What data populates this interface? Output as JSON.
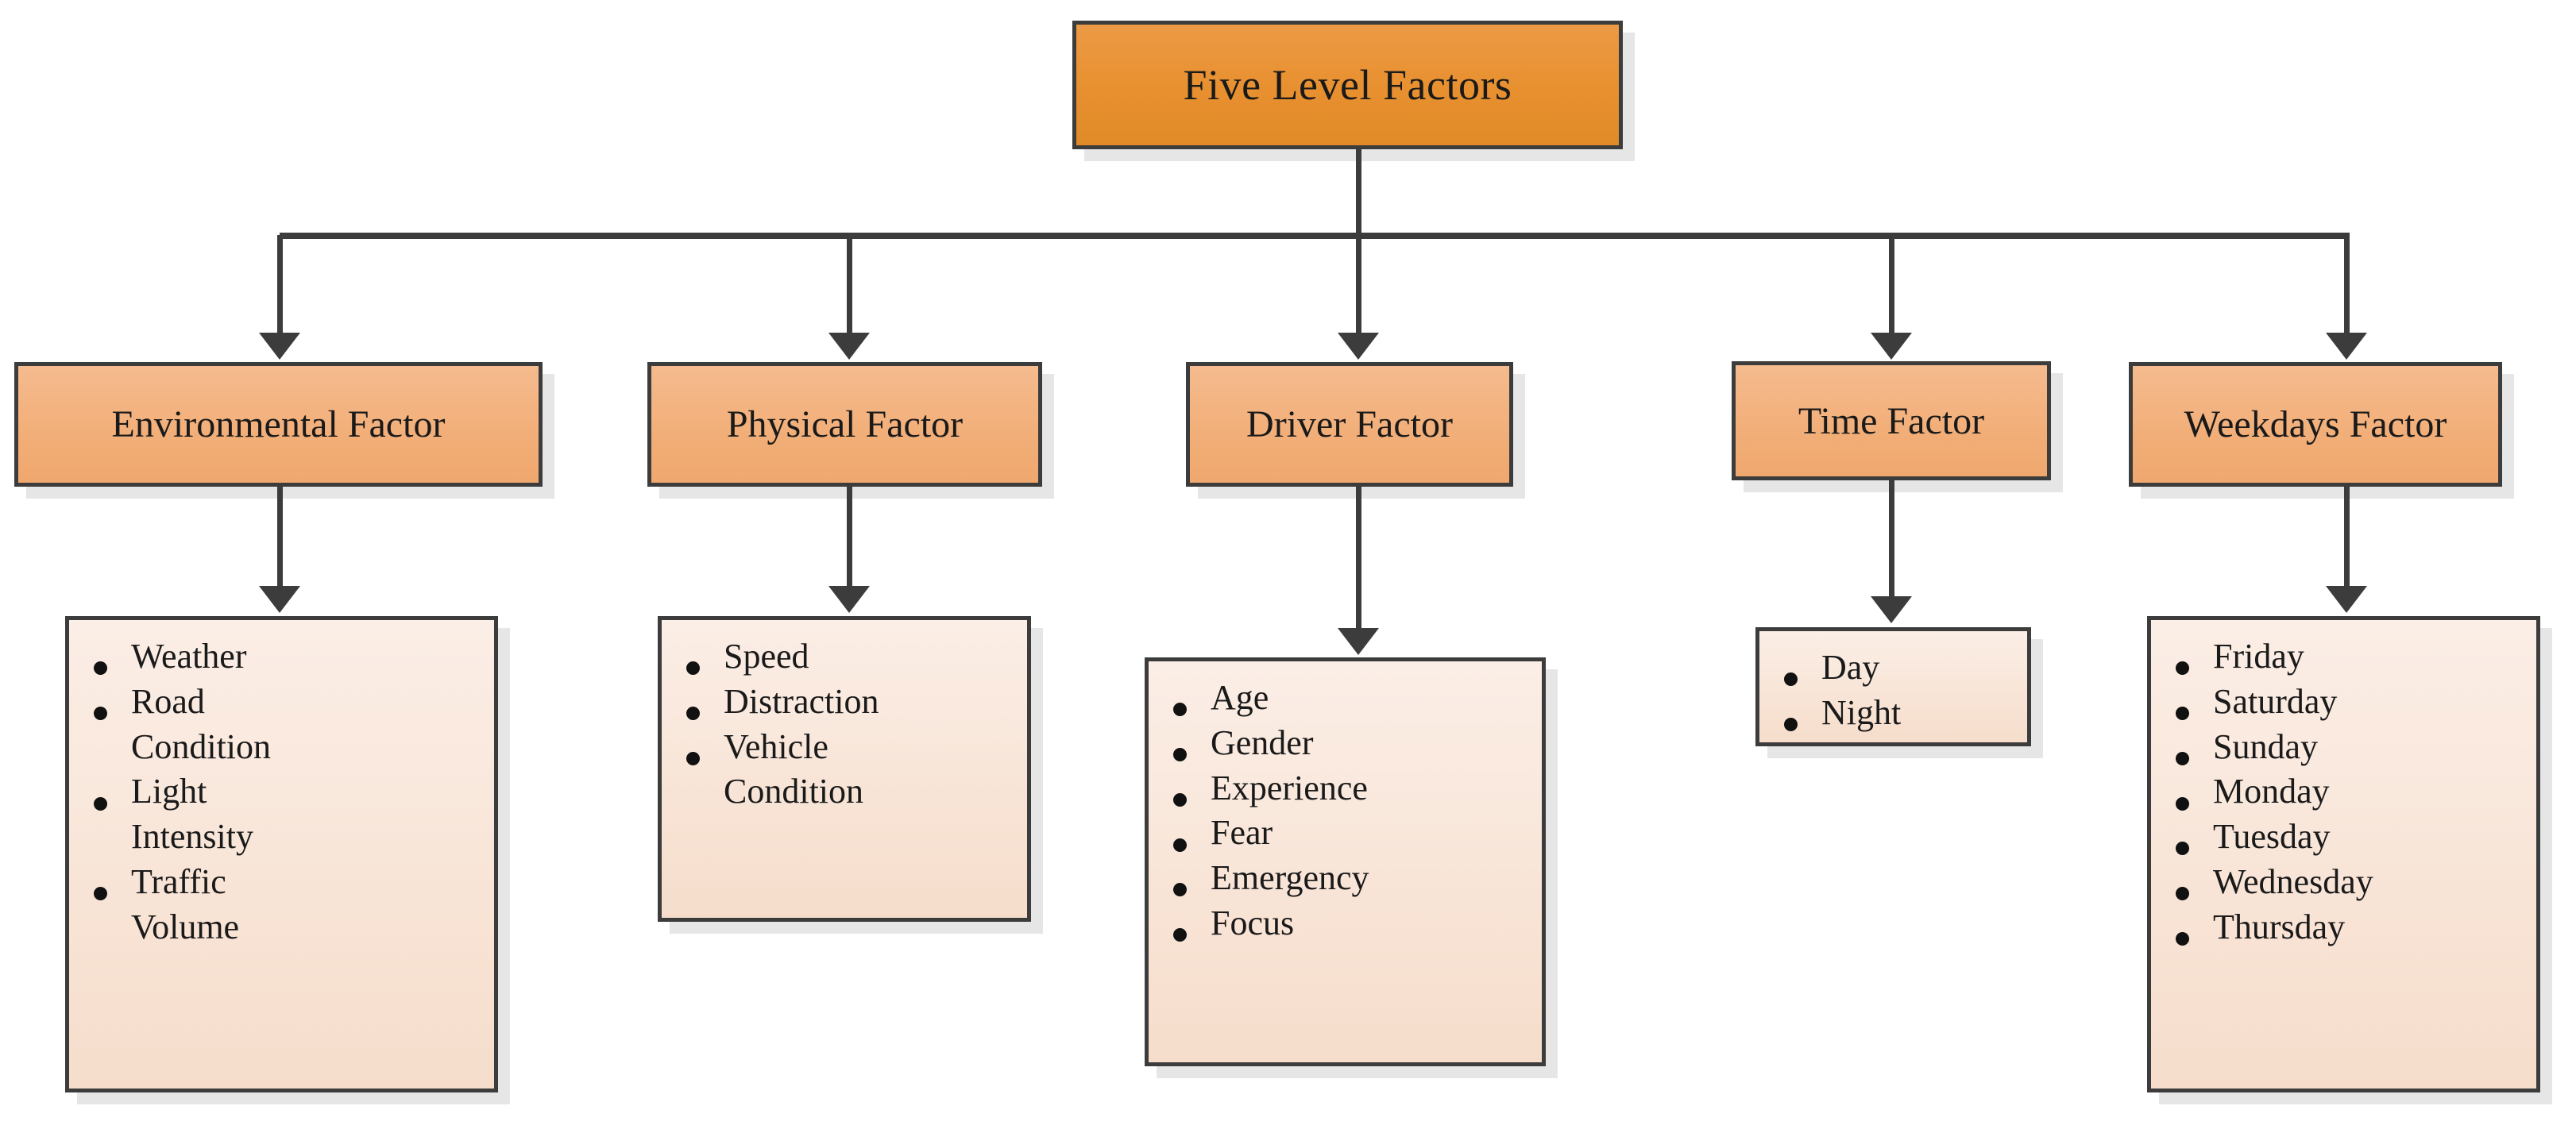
{
  "diagram": {
    "title": "Five Level Factors",
    "root": {
      "label": "Five Level Factors"
    },
    "branches": [
      {
        "label": "Environmental Factor",
        "items": [
          {
            "lines": [
              "Weather"
            ]
          },
          {
            "lines": [
              "Road",
              "Condition"
            ]
          },
          {
            "lines": [
              "Light",
              "Intensity"
            ]
          },
          {
            "lines": [
              "Traffic",
              "Volume"
            ]
          }
        ]
      },
      {
        "label": "Physical Factor",
        "items": [
          {
            "lines": [
              "Speed"
            ]
          },
          {
            "lines": [
              "Distraction"
            ]
          },
          {
            "lines": [
              "Vehicle",
              "Condition"
            ]
          }
        ]
      },
      {
        "label": "Driver Factor",
        "items": [
          {
            "lines": [
              "Age"
            ]
          },
          {
            "lines": [
              "Gender"
            ]
          },
          {
            "lines": [
              "Experience"
            ]
          },
          {
            "lines": [
              "Fear"
            ]
          },
          {
            "lines": [
              "Emergency"
            ]
          },
          {
            "lines": [
              "Focus"
            ]
          }
        ]
      },
      {
        "label": "Time Factor",
        "items": [
          {
            "lines": [
              "Day"
            ]
          },
          {
            "lines": [
              "Night"
            ]
          }
        ]
      },
      {
        "label": "Weekdays Factor",
        "items": [
          {
            "lines": [
              "Friday"
            ]
          },
          {
            "lines": [
              "Saturday"
            ]
          },
          {
            "lines": [
              "Sunday"
            ]
          },
          {
            "lines": [
              "Monday"
            ]
          },
          {
            "lines": [
              "Tuesday"
            ]
          },
          {
            "lines": [
              "Wednesday"
            ]
          },
          {
            "lines": [
              "Thursday"
            ]
          }
        ]
      }
    ],
    "colors": {
      "root_fill": "#e8902f",
      "level2_fill": "#f2ae78",
      "leaf_fill": "#f8e4d6",
      "border": "#3c3c3c",
      "shadow": "#e6e6e6",
      "text": "#1a1a1a",
      "background": "#ffffff"
    }
  }
}
